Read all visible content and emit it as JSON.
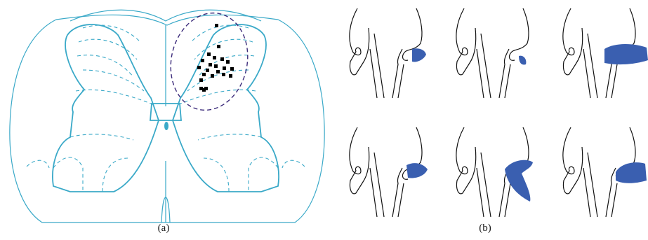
{
  "figure": {
    "panel_a": {
      "caption": "(a)",
      "outline_color": "#3aa9c8",
      "marker_color": "#000000",
      "ellipse_color": "#3b2a7a",
      "marker_count": 22
    },
    "panel_b": {
      "caption": "(b)",
      "outline_color": "#111111",
      "fill_color": "#3a5fb0",
      "grid": {
        "rows": 2,
        "cols": 3
      },
      "lesion_count": 6
    }
  }
}
